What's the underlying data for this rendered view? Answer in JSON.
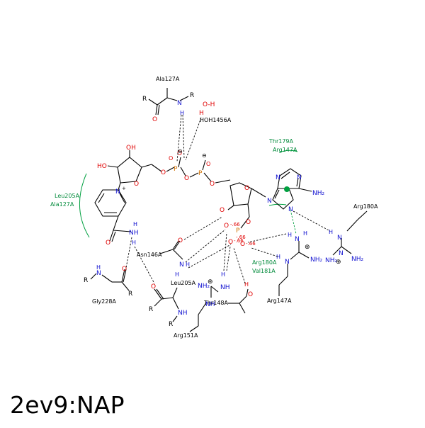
{
  "caption": "2ev9:NAP",
  "residues": {
    "ala127a": "Ala127A",
    "hoh1456a": "HOH1456A",
    "thr179a": "Thr179A",
    "arg147a_top": "Arg147A",
    "leu205a_left": "Leu205A",
    "ala127a_left": "Ala127A",
    "arg180a_right": "Arg180A",
    "asn146a": "Asn146A",
    "arg180a_green": "Arg180A",
    "val181a": "Val181A",
    "leu205a": "Leu205A",
    "gly228a": "Gly228A",
    "thr148a": "Thr148A",
    "arg147a_bottom": "Arg147A",
    "arg151a": "Arg151A"
  },
  "charges": {
    "c1": "-.66",
    "c2": "-.66",
    "c3": "-.66",
    "c4": "-.66"
  },
  "colors": {
    "oxygen": "#e00000",
    "nitrogen": "#1010d0",
    "phosphorus": "#d07000",
    "green_label": "#008a3a"
  }
}
